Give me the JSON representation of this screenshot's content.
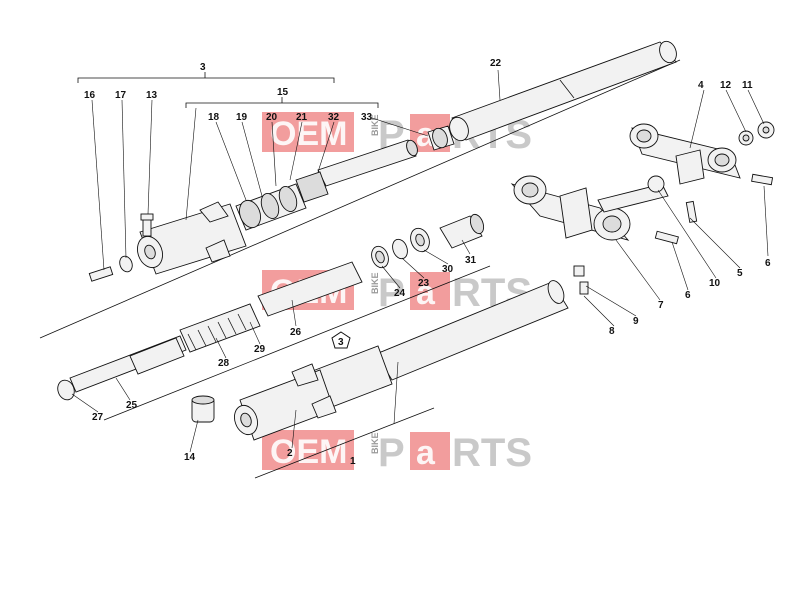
{
  "labels": {
    "l1": "1",
    "l2": "2",
    "l3": "3",
    "l4": "4",
    "l5": "5",
    "l6a": "6",
    "l6b": "6",
    "l7": "7",
    "l8": "8",
    "l9": "9",
    "l10": "10",
    "l11": "11",
    "l12": "12",
    "l13": "13",
    "l14": "14",
    "l15": "15",
    "l16": "16",
    "l17": "17",
    "l18": "18",
    "l19": "19",
    "l20": "20",
    "l21": "21",
    "l22": "22",
    "l23": "23",
    "l24": "24",
    "l25": "25",
    "l26": "26",
    "l27": "27",
    "l28": "28",
    "l29": "29",
    "l30": "30",
    "l31": "31",
    "l32": "32",
    "l33": "33",
    "l3pent": "3"
  },
  "watermark": {
    "oem": "OEM",
    "bike": "BIKE",
    "p": "P",
    "a": "a",
    "rts": "RTS"
  }
}
